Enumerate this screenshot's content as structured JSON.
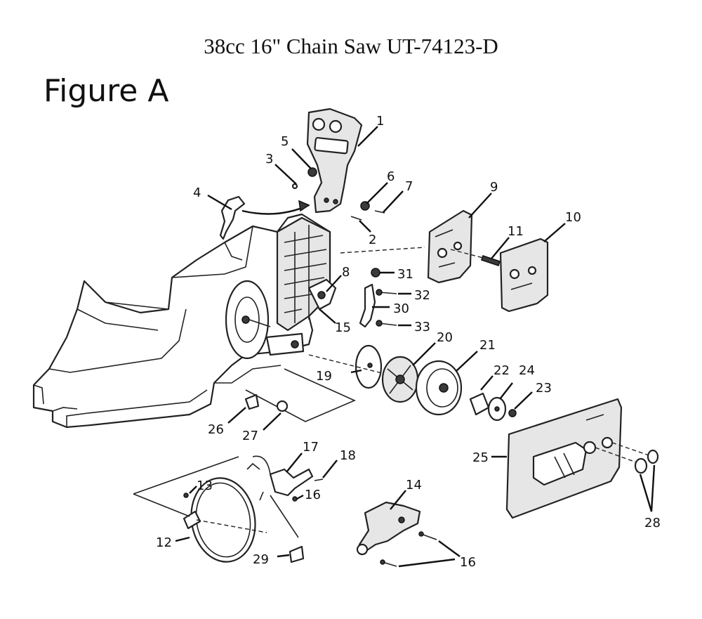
{
  "document": {
    "title": "38cc 16\" Chain Saw UT-74123-D",
    "figure_label": "Figure A"
  },
  "callouts": [
    {
      "id": "c1",
      "text": "1"
    },
    {
      "id": "c2",
      "text": "2"
    },
    {
      "id": "c3",
      "text": "3"
    },
    {
      "id": "c4",
      "text": "4"
    },
    {
      "id": "c5",
      "text": "5"
    },
    {
      "id": "c6",
      "text": "6"
    },
    {
      "id": "c7",
      "text": "7"
    },
    {
      "id": "c8",
      "text": "8"
    },
    {
      "id": "c9",
      "text": "9"
    },
    {
      "id": "c10",
      "text": "10"
    },
    {
      "id": "c11",
      "text": "11"
    },
    {
      "id": "c12",
      "text": "12"
    },
    {
      "id": "c13",
      "text": "13"
    },
    {
      "id": "c14",
      "text": "14"
    },
    {
      "id": "c15",
      "text": "15"
    },
    {
      "id": "c16a",
      "text": "16"
    },
    {
      "id": "c16b",
      "text": "16"
    },
    {
      "id": "c17",
      "text": "17"
    },
    {
      "id": "c18",
      "text": "18"
    },
    {
      "id": "c19",
      "text": "19"
    },
    {
      "id": "c20",
      "text": "20"
    },
    {
      "id": "c21",
      "text": "21"
    },
    {
      "id": "c22",
      "text": "22"
    },
    {
      "id": "c23",
      "text": "23"
    },
    {
      "id": "c24",
      "text": "24"
    },
    {
      "id": "c25",
      "text": "25"
    },
    {
      "id": "c26",
      "text": "26"
    },
    {
      "id": "c27",
      "text": "27"
    },
    {
      "id": "c28",
      "text": "28"
    },
    {
      "id": "c29",
      "text": "29"
    },
    {
      "id": "c30",
      "text": "30"
    },
    {
      "id": "c31",
      "text": "31"
    },
    {
      "id": "c32",
      "text": "32"
    },
    {
      "id": "c33",
      "text": "33"
    }
  ]
}
